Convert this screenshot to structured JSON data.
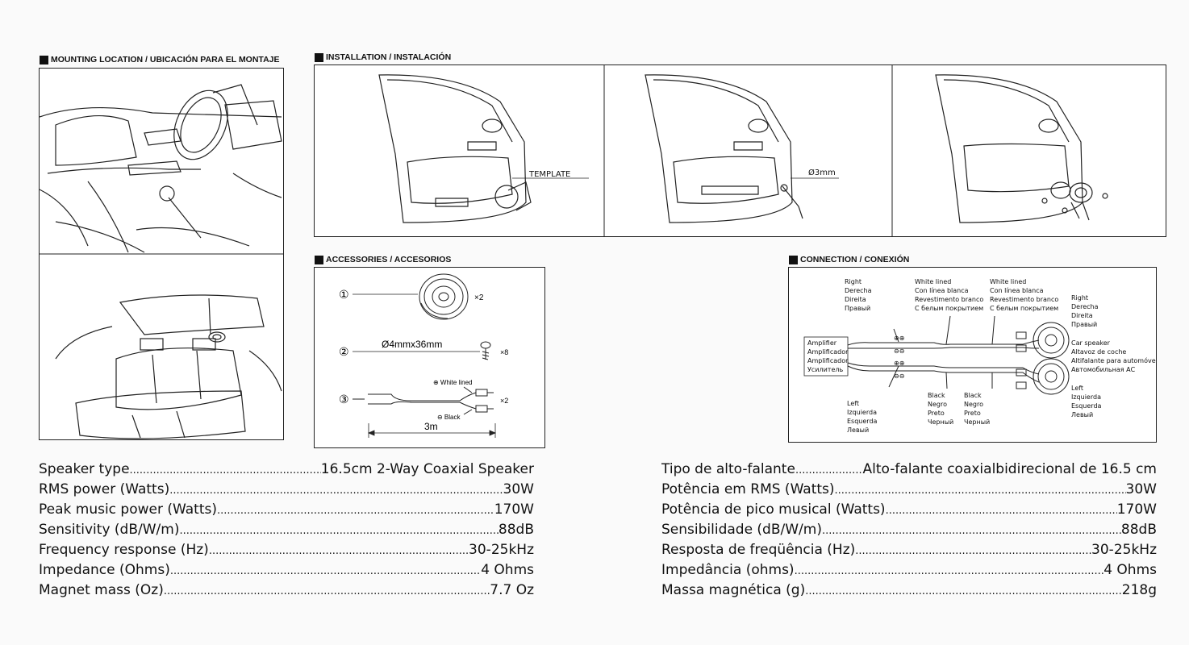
{
  "sections": {
    "mounting": "MOUNTING LOCATION / UBICACIÓN PARA EL MONTAJE",
    "installation": "INSTALLATION / INSTALACIÓN",
    "accessories": "ACCESSORIES / ACCESORIOS",
    "connection": "CONNECTION / CONEXIÓN"
  },
  "installation": {
    "template_label": "TEMPLATE",
    "drill_label": "Ø3mm"
  },
  "accessories": {
    "n1": "①",
    "n2": "②",
    "n3": "③",
    "qty1": "×2",
    "qty2": "×8",
    "qty3": "×2",
    "screw_label": "Ø4mmx36mm",
    "white_lined": "⊕ White lined",
    "black": "⊖ Black",
    "length": "3m"
  },
  "connection": {
    "amp": [
      "Amplifier",
      "Amplificador",
      "Amplificador",
      "Усилитель"
    ],
    "right_top": [
      "Right",
      "Derecha",
      "Direita",
      "Правый"
    ],
    "white1": [
      "White lined",
      "Con línea blanca",
      "Revestimento branco",
      "С белым покрытием"
    ],
    "white2": [
      "White lined",
      "Con línea blanca",
      "Revestimento branco",
      "С белым покрытием"
    ],
    "right_side": [
      "Right",
      "Derecha",
      "Direita",
      "Правый"
    ],
    "car_speaker": [
      "Car speaker",
      "Altavoz de coche",
      "Altifalante para automóvel",
      "Автомобильная АС"
    ],
    "left_side": [
      "Left",
      "Izquierda",
      "Esquerda",
      "Левый"
    ],
    "left_bottom": [
      "Left",
      "Izquierda",
      "Esquerda",
      "Левый"
    ],
    "black1": [
      "Black",
      "Negro",
      "Preto",
      "Черный"
    ],
    "black2": [
      "Black",
      "Negro",
      "Preto",
      "Черный"
    ]
  },
  "specs_en": [
    {
      "label": "Speaker type",
      "value": "16.5cm 2-Way Coaxial Speaker"
    },
    {
      "label": "RMS power (Watts)",
      "value": "30W"
    },
    {
      "label": "Peak music power (Watts)",
      "value": "170W"
    },
    {
      "label": "Sensitivity (dB/W/m)",
      "value": "88dB"
    },
    {
      "label": "Frequency response (Hz)",
      "value": "30-25kHz"
    },
    {
      "label": "Impedance (Ohms)",
      "value": "4 Ohms"
    },
    {
      "label": "Magnet mass (Oz)",
      "value": "7.7 Oz"
    }
  ],
  "specs_pt": [
    {
      "label": "Tipo de alto-falante",
      "value": "Alto-falante coaxialbidirecional de 16.5 cm"
    },
    {
      "label": "Potência em RMS (Watts)",
      "value": "30W"
    },
    {
      "label": "Potência de pico musical (Watts)",
      "value": "170W"
    },
    {
      "label": "Sensibilidade (dB/W/m)",
      "value": "88dB"
    },
    {
      "label": "Resposta de freqüência (Hz)",
      "value": "30-25kHz"
    },
    {
      "label": "Impedância (ohms)",
      "value": "4 Ohms"
    },
    {
      "label": "Massa magnética (g)",
      "value": "218g"
    }
  ]
}
